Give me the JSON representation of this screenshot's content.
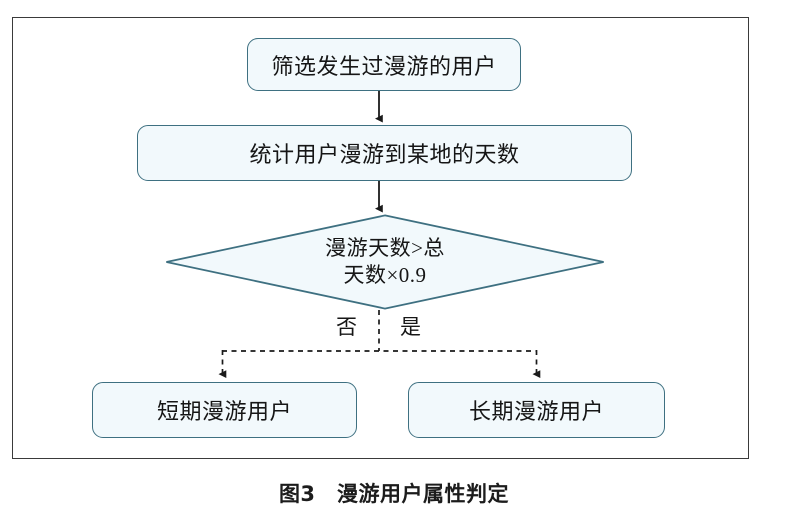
{
  "figure": {
    "caption": "图3　漫游用户属性判定",
    "caption_number": "图3",
    "caption_title": "漫游用户属性判定"
  },
  "colors": {
    "node_fill": "#f2f9fc",
    "node_border": "#3e7081",
    "frame_border": "#3a3a3a",
    "connector": "#1a1a1a",
    "text": "#161616",
    "background": "#ffffff"
  },
  "flowchart": {
    "type": "flowchart",
    "orientation": "top-to-bottom",
    "nodes": [
      {
        "id": "filter-roaming-users",
        "shape": "rounded-rect",
        "label": "筛选发生过漫游的用户"
      },
      {
        "id": "count-roaming-days",
        "shape": "rounded-rect",
        "label": "统计用户漫游到某地的天数"
      },
      {
        "id": "decision-threshold",
        "shape": "diamond",
        "label_line1": "漫游天数>总",
        "label_line2": "天数×0.9"
      },
      {
        "id": "short-term-user",
        "shape": "rounded-rect",
        "label": "短期漫游用户"
      },
      {
        "id": "long-term-user",
        "shape": "rounded-rect",
        "label": "长期漫游用户"
      }
    ],
    "branch_labels": {
      "no": "否",
      "yes": "是"
    },
    "edges": [
      {
        "from": "filter-roaming-users",
        "to": "count-roaming-days",
        "style": "solid",
        "label": ""
      },
      {
        "from": "count-roaming-days",
        "to": "decision-threshold",
        "style": "solid",
        "label": ""
      },
      {
        "from": "decision-threshold",
        "to": "short-term-user",
        "style": "dashed",
        "label": "否"
      },
      {
        "from": "decision-threshold",
        "to": "long-term-user",
        "style": "dashed",
        "label": "是"
      }
    ]
  }
}
